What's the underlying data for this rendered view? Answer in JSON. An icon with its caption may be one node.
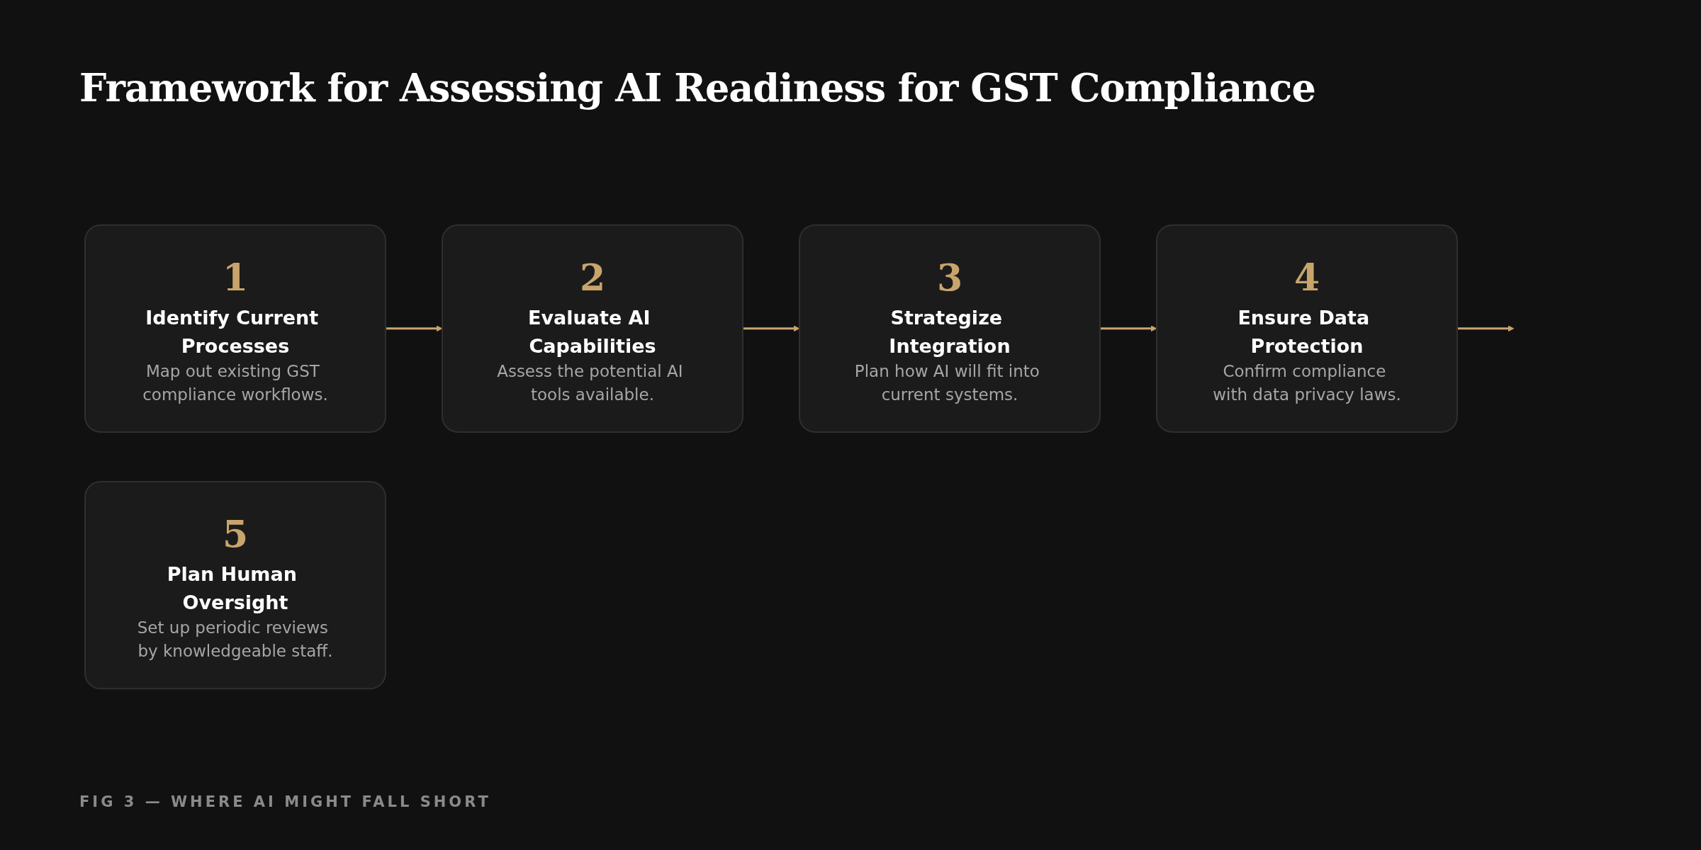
{
  "diagram": {
    "title": "Framework for Assessing AI Readiness for GST Compliance",
    "caption": "FIG 3 — WHERE AI MIGHT FALL SHORT",
    "nodes": [
      {
        "text": [
          "1",
          "Identify Current Processes",
          "Map out existing GST compliance workflows."
        ]
      },
      {
        "text": [
          "2",
          "Evaluate AI Capabilities",
          "Assess the potential AI tools available."
        ]
      },
      {
        "text": [
          "3",
          "Strategize Integration",
          "Plan how AI will fit into current systems."
        ]
      },
      {
        "text": [
          "4",
          "Ensure Data Protection",
          "Confirm compliance with data privacy laws."
        ]
      },
      {
        "text": [
          "5",
          "Plan Human Oversight",
          "Set up periodic reviews by knowledgeable staff."
        ]
      }
    ],
    "edges": [
      {
        "from": 0,
        "to": 1,
        "arrow": "to"
      },
      {
        "from": 1,
        "to": 2,
        "arrow": "to"
      },
      {
        "from": 2,
        "to": 3,
        "arrow": "to"
      },
      {
        "from": 3,
        "to": null,
        "arrow": "to"
      }
    ]
  }
}
